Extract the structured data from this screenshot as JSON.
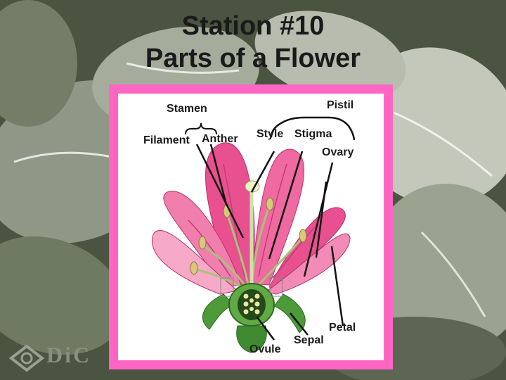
{
  "slide": {
    "title_line1": "Station #10",
    "title_line2": "Parts of a Flower"
  },
  "logo": {
    "text": "DiC"
  },
  "diagram": {
    "labels": {
      "stamen": "Stamen",
      "pistil": "Pistil",
      "filament": "Filament",
      "anther": "Anther",
      "style": "Style",
      "stigma": "Stigma",
      "ovary": "Ovary",
      "petal": "Petal",
      "ovule": "Ovule",
      "sepal": "Sepal"
    }
  },
  "colors": {
    "frame": "#ff66c4",
    "petal": "#e8508f",
    "petal_light": "#f7a9c8",
    "stem": "#4c9a3a",
    "anther": "#d9c77a"
  }
}
